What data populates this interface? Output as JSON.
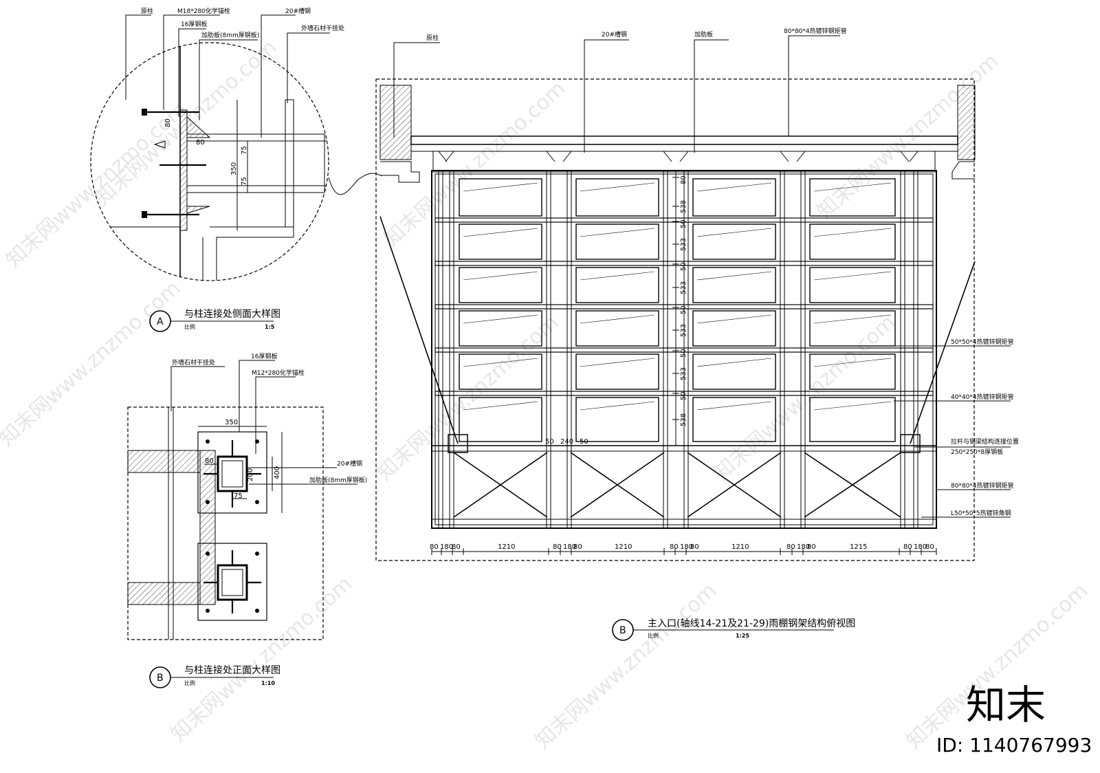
{
  "detailA": {
    "callouts": [
      "原柱",
      "M18*280化学锚栓",
      "16厚钢板",
      "加肋板(8mm厚钢板)",
      "20#槽钢",
      "外墙石材干挂处"
    ],
    "dims": [
      "80",
      "80",
      "75",
      "350",
      "75"
    ],
    "tag": "A",
    "title": "与柱连接处侧面大样图",
    "scale_label": "比例",
    "scale": "1:5"
  },
  "detailB": {
    "callouts": [
      "外墙石材干挂处",
      "16厚钢板",
      "M12*280化学锚栓",
      "20#槽钢",
      "加肋板(8mm厚钢板)"
    ],
    "dims": [
      "350",
      "80",
      "200",
      "400",
      "75"
    ],
    "tag": "B",
    "title": "与柱连接处正面大样图",
    "scale_label": "比例",
    "scale": "1:10"
  },
  "plan": {
    "top_callouts": [
      "原柱",
      "20#槽钢",
      "加肋板",
      "80*80*4热镀锌钢矩管"
    ],
    "right_callouts": [
      "50*50*4热镀锌钢矩管",
      "40*40*4热镀锌钢矩管",
      "拉杆与钢梁结构连接位置",
      "250*250*8厚钢板",
      "80*80*4热镀锌钢矩管",
      "L50*50*5热镀锌角钢"
    ],
    "vertical_dims": [
      "80",
      "538",
      "50",
      "533",
      "50",
      "533",
      "50",
      "533",
      "50",
      "533",
      "50",
      "538"
    ],
    "middle_dims": [
      "50",
      "240",
      "50"
    ],
    "bottom_dims": [
      "80",
      "180",
      "80",
      "1210",
      "80",
      "180",
      "80",
      "1210",
      "80",
      "180",
      "80",
      "1210",
      "80",
      "180",
      "80",
      "1215",
      "80",
      "180",
      "80"
    ],
    "tag": "B",
    "title": "主入口(轴线14-21及21-29)雨棚钢架结构俯视图",
    "scale_label": "比例",
    "scale": "1:25"
  },
  "watermarks": [
    "知末网www.znzmo.com"
  ],
  "brand": {
    "logo": "知末",
    "id": "ID: 1140767993"
  }
}
